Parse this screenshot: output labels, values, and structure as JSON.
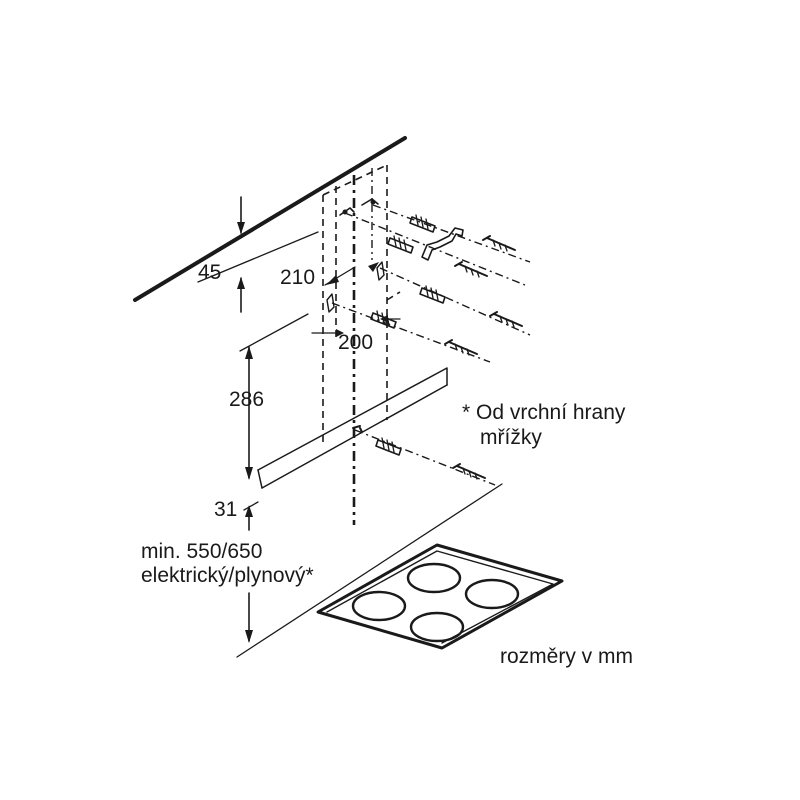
{
  "dimensions": {
    "d45": "45",
    "d210": "210",
    "d200": "200",
    "d286": "286",
    "d31": "31"
  },
  "min_distance": {
    "line1": "min. 550/650",
    "line2": "elektrický/plynový*"
  },
  "footnote": {
    "line1": "* Od vrchní hrany",
    "line2": "mřížky"
  },
  "units_note": "rozměry v mm"
}
